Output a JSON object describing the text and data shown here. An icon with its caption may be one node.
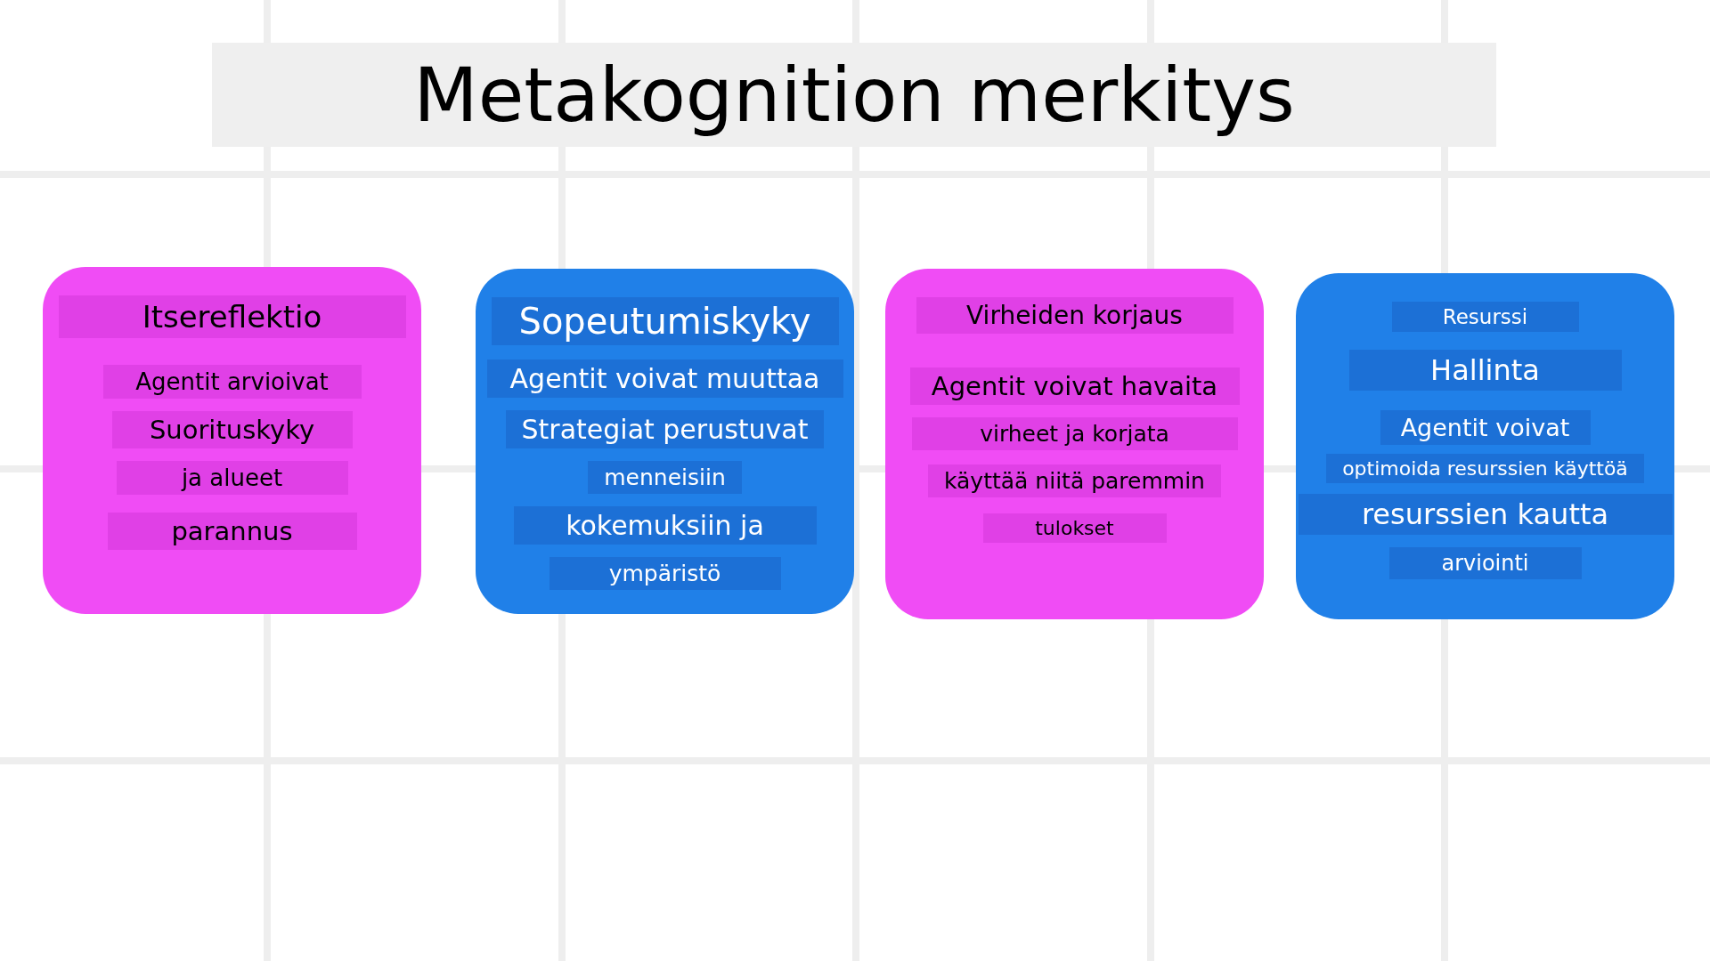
{
  "diagram": {
    "title": "Metakognition merkitys",
    "nodes": [
      {
        "text": [
          "Itsereflektio",
          "Agentit arvioivat",
          "Suorituskyky",
          "ja alueet",
          "parannus"
        ]
      },
      {
        "text": [
          "Sopeutumiskyky",
          "Agentit voivat muuttaa",
          "Strategiat perustuvat",
          "menneisiin",
          "kokemuksiin ja",
          "ympäristö"
        ]
      },
      {
        "text": [
          "Virheiden korjaus",
          "Agentit voivat havaita",
          "virheet ja korjata",
          "käyttää niitä paremmin",
          "tulokset"
        ]
      },
      {
        "text": [
          "Resurssi",
          "Hallinta",
          "Agentit voivat",
          "optimoida resurssien käyttöä",
          "resurssien kautta",
          "arviointi"
        ]
      }
    ]
  }
}
